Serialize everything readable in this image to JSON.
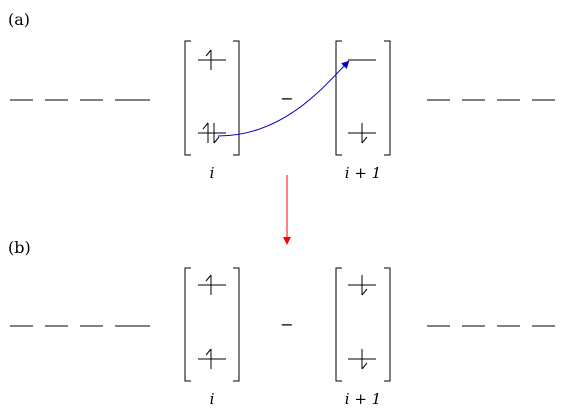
{
  "panels": [
    {
      "label": "(a)",
      "sites": [
        {
          "name": "i",
          "upper": [
            "up"
          ],
          "lower": [
            "up",
            "down"
          ]
        },
        {
          "name": "i + 1",
          "upper": [],
          "lower": [
            "down"
          ]
        }
      ]
    },
    {
      "label": "(b)",
      "sites": [
        {
          "name": "i",
          "upper": [
            "up"
          ],
          "lower": [
            "up"
          ]
        },
        {
          "name": "i + 1",
          "upper": [
            "down"
          ],
          "lower": [
            "down"
          ]
        }
      ]
    }
  ],
  "bond_symbol": "−",
  "colors": {
    "hop_arrow": "#0000cc",
    "transition_arrow": "#ff0000",
    "ink": "#000000"
  }
}
